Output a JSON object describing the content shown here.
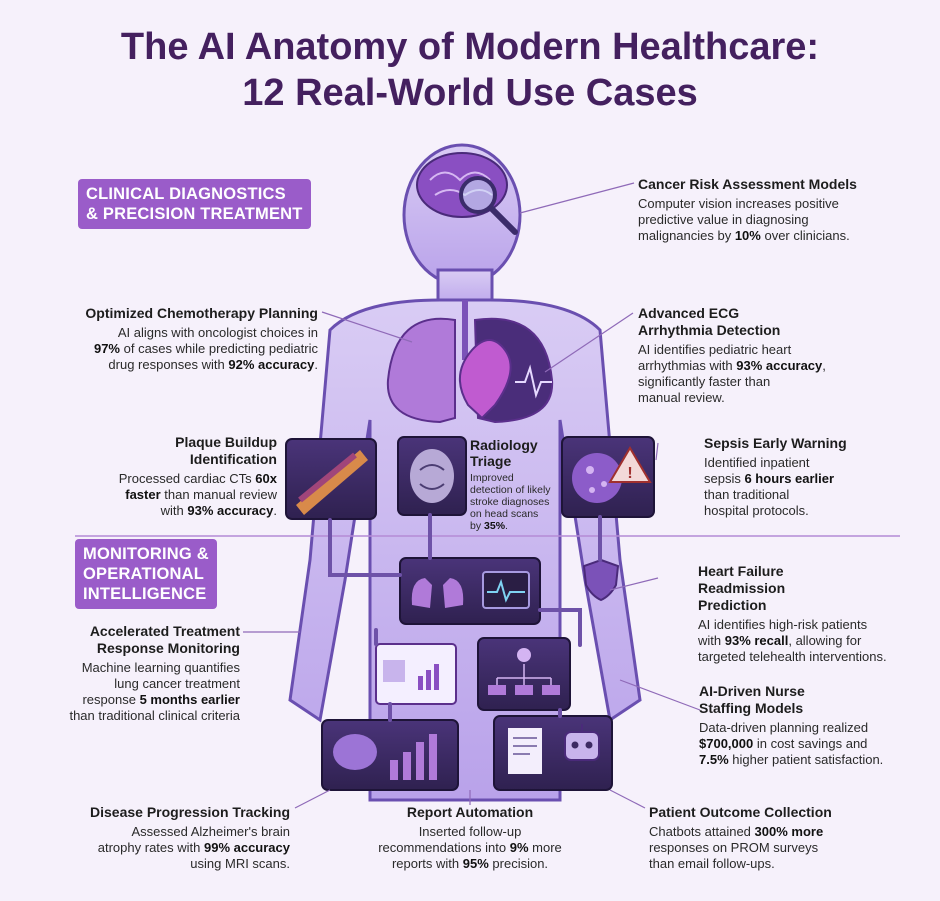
{
  "title": {
    "line1": "The AI Anatomy of Modern Healthcare:",
    "line2": "12 Real-World Use Cases"
  },
  "sections": {
    "clinical": {
      "line1": "CLINICAL DIAGNOSTICS",
      "line2": "& PRECISION TREATMENT"
    },
    "monitoring": {
      "line1": "MONITORING &",
      "line2": "OPERATIONAL",
      "line3": "INTELLIGENCE"
    }
  },
  "cases": {
    "cancer_risk": {
      "title": "Cancer Risk Assessment Models",
      "l1": "Computer vision increases positive",
      "l2": "predictive value in diagnosing",
      "l3a": "malignancies by ",
      "l3b": "10%",
      "l3c": " over clinicians."
    },
    "chemo": {
      "title": "Optimized Chemotherapy Planning",
      "l1": "AI aligns with oncologist choices in",
      "l2a": "97%",
      "l2b": " of cases while predicting pediatric",
      "l3a": "drug responses with ",
      "l3b": "92% accuracy",
      "l3c": "."
    },
    "ecg": {
      "title1": "Advanced ECG",
      "title2": "Arrhythmia Detection",
      "l1": "AI identifies pediatric heart",
      "l2a": "arrhythmias with ",
      "l2b": "93% accuracy",
      "l2c": ",",
      "l3": "significantly faster than",
      "l4": "manual review."
    },
    "plaque": {
      "title1": "Plaque Buildup",
      "title2": "Identification",
      "l1a": "Processed cardiac CTs ",
      "l1b": "60x",
      "l2a": "faster",
      "l2b": " than manual review",
      "l3a": "with ",
      "l3b": "93% accuracy",
      "l3c": "."
    },
    "radiology": {
      "title1": "Radiology",
      "title2": "Triage",
      "l1": "Improved",
      "l2": "detection of likely",
      "l3": "stroke diagnoses",
      "l4": "on head scans",
      "l5a": "by ",
      "l5b": "35%",
      "l5c": "."
    },
    "sepsis": {
      "title": "Sepsis Early Warning",
      "l1": "Identified inpatient",
      "l2a": "sepsis ",
      "l2b": "6 hours earlier",
      "l3": "than traditional",
      "l4": "hospital protocols."
    },
    "heart_failure": {
      "title1": "Heart Failure",
      "title2": "Readmission",
      "title3": "Prediction",
      "l1": "AI identifies high-risk patients",
      "l2a": "with ",
      "l2b": "93% recall",
      "l2c": ", allowing for",
      "l3": "targeted telehealth interventions."
    },
    "treatment_response": {
      "title1": "Accelerated Treatment",
      "title2": "Response Monitoring",
      "l1": "Machine learning quantifies",
      "l2": "lung cancer treatment",
      "l3a": "response ",
      "l3b": "5 months earlier",
      "l4": "than traditional clinical criteria"
    },
    "nurse": {
      "title1": "AI-Driven Nurse",
      "title2": "Staffing Models",
      "l1": "Data-driven planning realized",
      "l2a": "$700,000",
      "l2b": " in cost savings and",
      "l3a": "7.5%",
      "l3b": " higher patient satisfaction."
    },
    "disease": {
      "title": "Disease Progression Tracking",
      "l1": "Assessed Alzheimer's brain",
      "l2a": "atrophy rates with ",
      "l2b": "99% accuracy",
      "l3": "using MRI scans."
    },
    "report": {
      "title": "Report Automation",
      "l1": "Inserted follow-up",
      "l2a": "recommendations into ",
      "l2b": "9%",
      "l2c": " more",
      "l3a": "reports with ",
      "l3b": "95%",
      "l3c": " precision."
    },
    "outcome": {
      "title": "Patient Outcome Collection",
      "l1a": "Chatbots attained ",
      "l1b": "300% more",
      "l2": "responses on PROM surveys",
      "l3": "than email follow-ups."
    }
  },
  "colors": {
    "title": "#44205f",
    "badge": "#9a5cc9",
    "body_fill": "#c9b6ef",
    "body_stroke": "#6a4fb0",
    "organ": "#8a4fc2",
    "panel": "#3d2a63",
    "leader": "#8f6ab8"
  },
  "icons": {
    "brain": "brain-icon",
    "magnifier": "magnifier-icon",
    "lungs": "lungs-icon",
    "heart": "heart-icon",
    "warning": "warning-icon",
    "shield": "shield-icon",
    "robot": "robot-icon"
  }
}
